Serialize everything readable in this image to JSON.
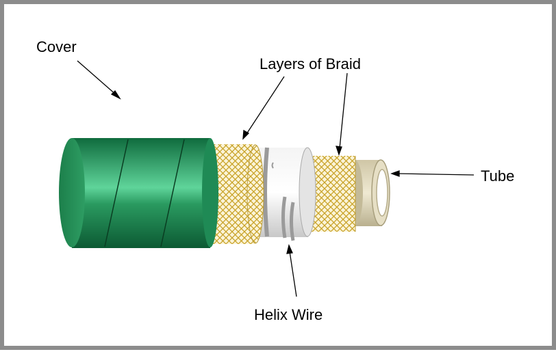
{
  "labels": {
    "cover": "Cover",
    "braid": "Layers of Braid",
    "tube": "Tube",
    "helix": "Helix Wire"
  },
  "colors": {
    "cover": "#1f8a55",
    "braid": "#c9a227",
    "helix_wire": "#d8d8d8",
    "tube": "#d9d1b4",
    "border": "#8c8c8c"
  }
}
